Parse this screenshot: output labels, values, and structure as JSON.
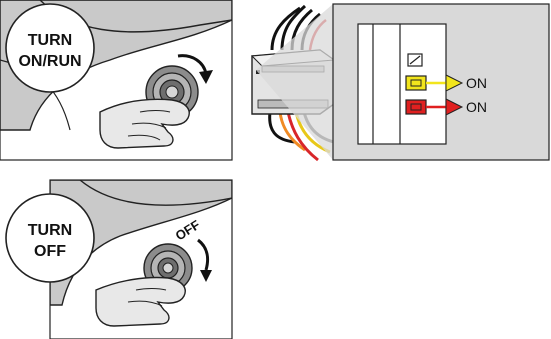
{
  "panel_top": {
    "instruction_line1": "TURN",
    "instruction_line2": "ON/RUN"
  },
  "panel_bottom": {
    "instruction_line1": "TURN",
    "instruction_line2": "OFF",
    "arrow_label": "OFF"
  },
  "module_detail": {
    "led_yellow_label": "ON",
    "led_red_label": "ON"
  },
  "colors": {
    "panel_grey": "#c9c9c9",
    "detail_grey": "#d9d9d9",
    "led_yellow": "#f2e51c",
    "led_red": "#e02020",
    "wire_orange": "#f08a24",
    "wire_red": "#d8262a",
    "wire_yellow": "#e8c81a"
  }
}
